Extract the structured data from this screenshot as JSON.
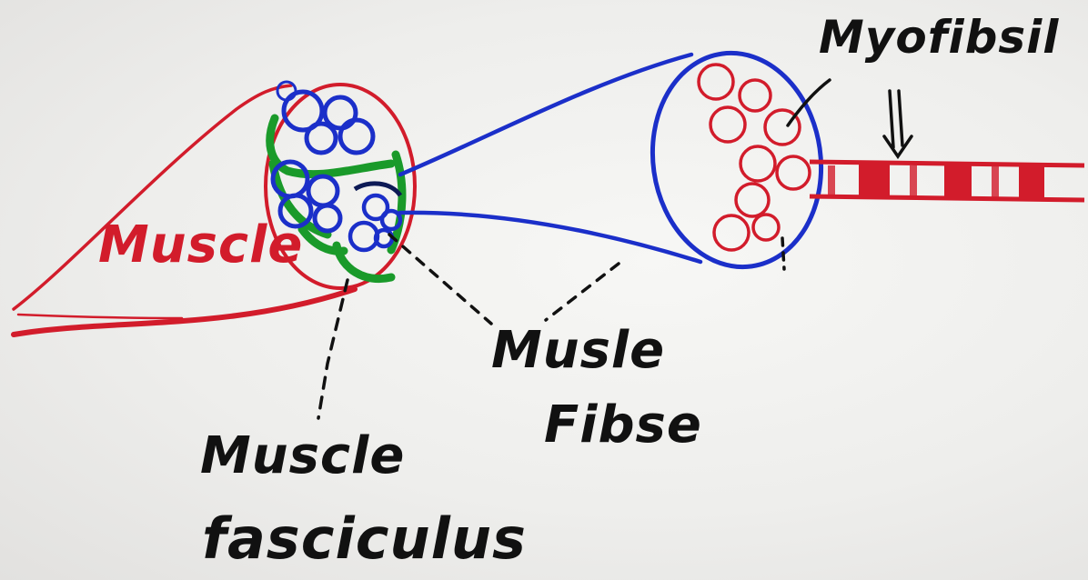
{
  "labels": {
    "muscle": "Muscle",
    "muscle_fasciculus": [
      "Muscle",
      "fasciculus"
    ],
    "muscle_fibre": [
      "Musle",
      "Fibse"
    ],
    "myofibril": "Myofibsil"
  },
  "colors": {
    "background": "#eeeeec",
    "muscle_outline": "#d21c2b",
    "fasciculus_sheath": "#1a9a2a",
    "fibre_outline": "#1b2fc9",
    "myofibril": "#d21c2b",
    "ink": "#111111"
  }
}
